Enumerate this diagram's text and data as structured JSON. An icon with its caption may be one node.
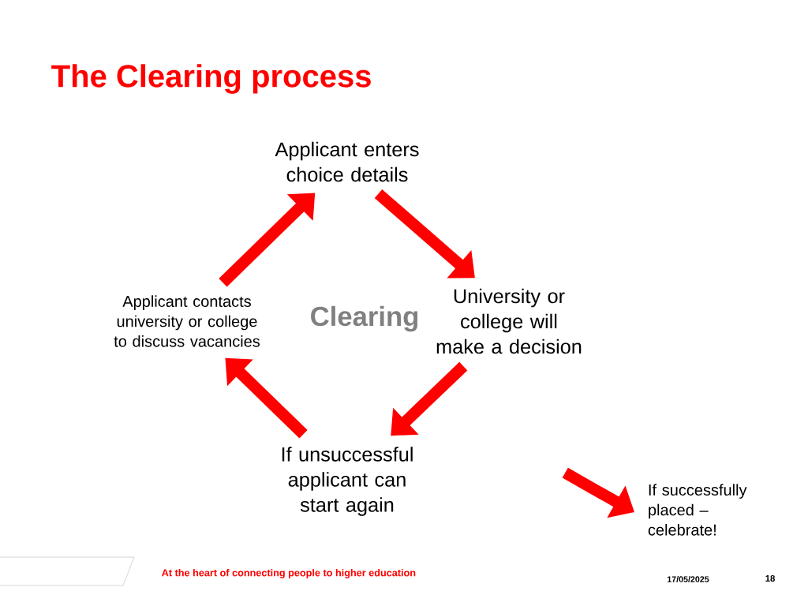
{
  "diagram": {
    "title": "The Clearing process",
    "nodes": [
      {
        "text": [
          "Applicant enters choice details"
        ]
      },
      {
        "text": [
          "University or college will make a decision"
        ]
      },
      {
        "text": [
          "If unsuccessful applicant can start again"
        ]
      },
      {
        "text": [
          "Applicant contacts university or college to discuss vacancies"
        ]
      },
      {
        "text": [
          "If successfully placed – celebrate!"
        ]
      }
    ],
    "edges": [
      {
        "from": 0,
        "to": 1,
        "arrow": "to"
      },
      {
        "from": 1,
        "to": 2,
        "arrow": "to"
      },
      {
        "from": 2,
        "to": 3,
        "arrow": "to"
      },
      {
        "from": 3,
        "to": 0,
        "arrow": "to"
      },
      {
        "from": null,
        "to": 4,
        "arrow": "to"
      }
    ],
    "labels": [
      "Clearing",
      "At the heart of connecting people to higher education",
      "17/05/2025",
      "18"
    ]
  }
}
